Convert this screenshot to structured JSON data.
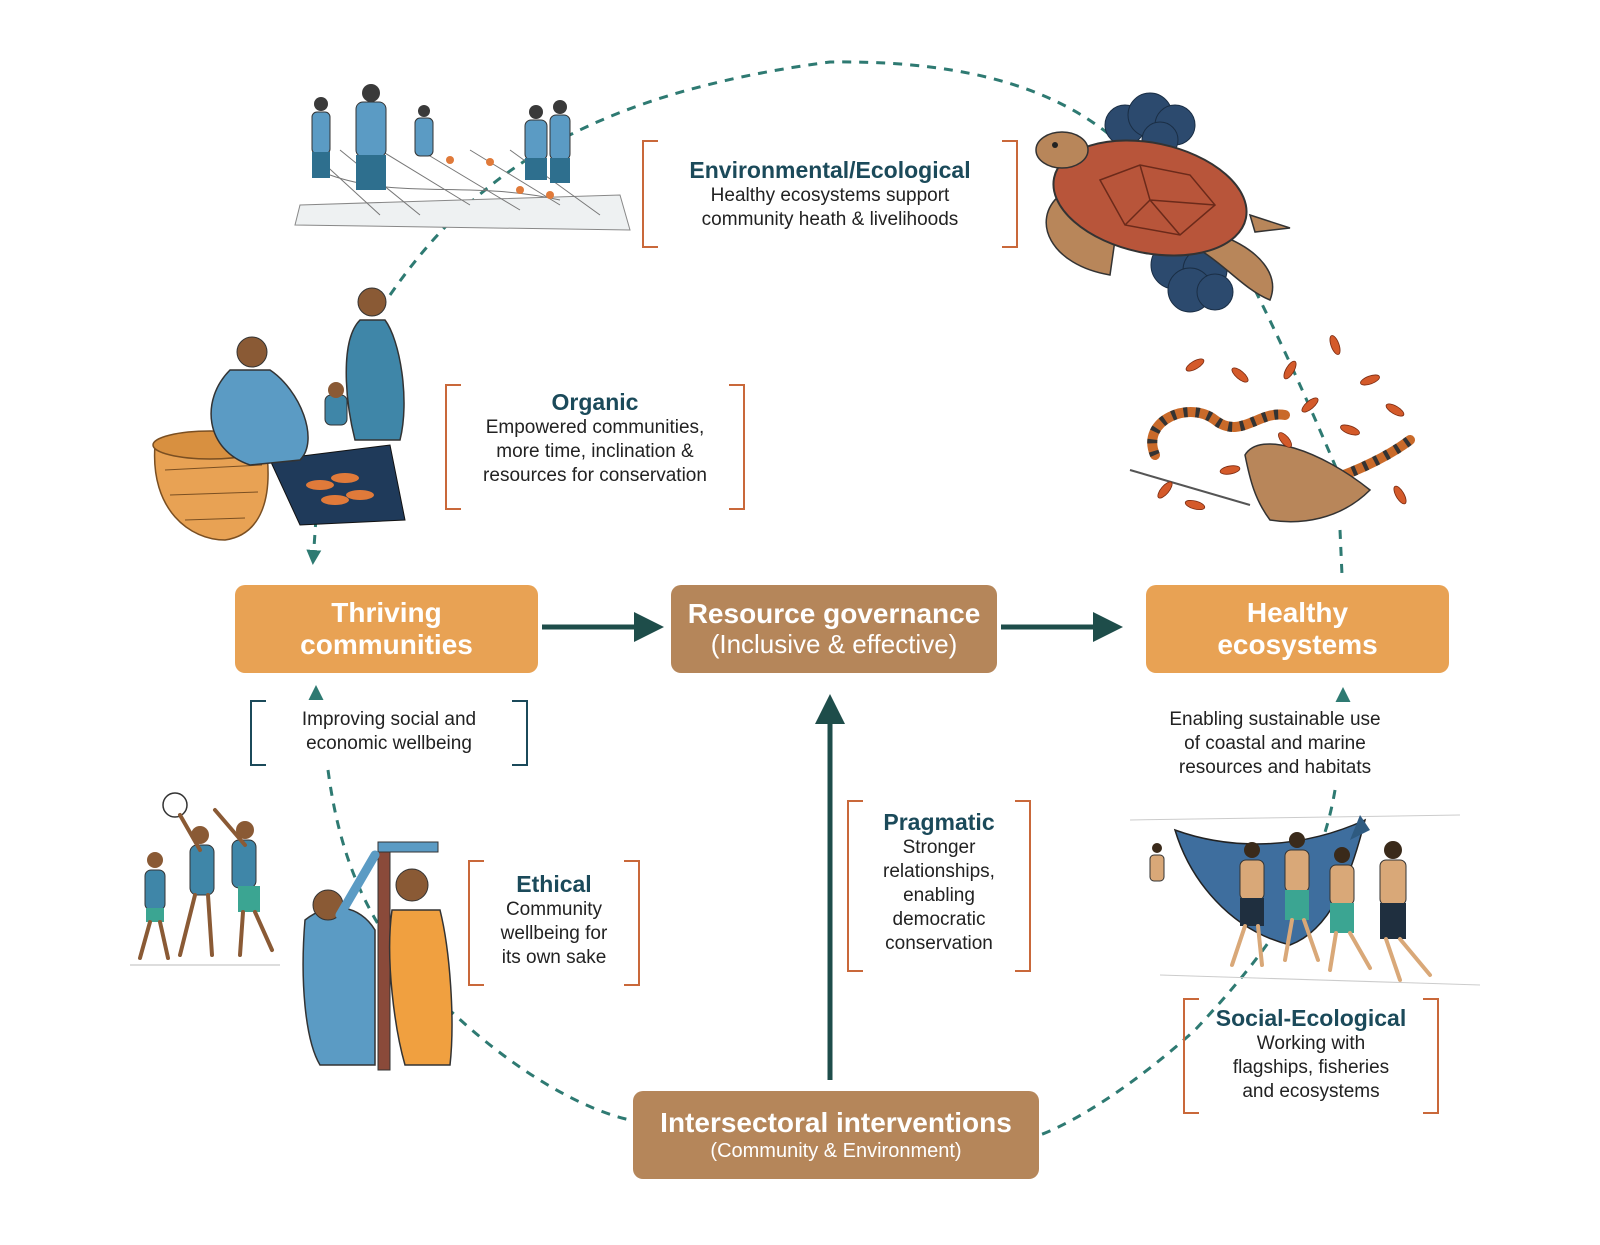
{
  "nodes": {
    "thriving": {
      "line1": "Thriving",
      "line2": "communities"
    },
    "governance": {
      "line1": "Resource governance",
      "line2": "(Inclusive & effective)"
    },
    "healthy": {
      "line1": "Healthy",
      "line2": "ecosystems"
    },
    "interventions": {
      "line1": "Intersectoral interventions",
      "line2": "(Community & Environment)"
    }
  },
  "annotations": {
    "environmental": {
      "title": "Environmental/Ecological",
      "lines": [
        "Healthy ecosystems support",
        "community heath & livelihoods"
      ]
    },
    "organic": {
      "title": "Organic",
      "lines": [
        "Empowered communities,",
        "more time, inclination &",
        "resources for conservation"
      ]
    },
    "social_wellbeing": {
      "lines": [
        "Improving social and",
        "economic wellbeing"
      ]
    },
    "sustainable_use": {
      "lines": [
        "Enabling sustainable use",
        "of coastal and marine",
        "resources and habitats"
      ]
    },
    "ethical": {
      "title": "Ethical",
      "lines": [
        "Community",
        "wellbeing for",
        "its own sake"
      ]
    },
    "pragmatic": {
      "title": "Pragmatic",
      "lines": [
        "Stronger",
        "relationships,",
        "enabling",
        "democratic",
        "conservation"
      ]
    },
    "social_ecological": {
      "title": "Social-Ecological",
      "lines": [
        "Working with",
        "flagships, fisheries",
        "and ecosystems"
      ]
    }
  },
  "colors": {
    "orange_box": "#E8A254",
    "brown_box": "#B5865A",
    "dashed_teal": "#2E7A72",
    "arrow_dark": "#1E4D4A",
    "bracket_orange": "#C9683A",
    "bracket_dark": "#1B4A5A",
    "title_text": "#1B4A5A"
  }
}
